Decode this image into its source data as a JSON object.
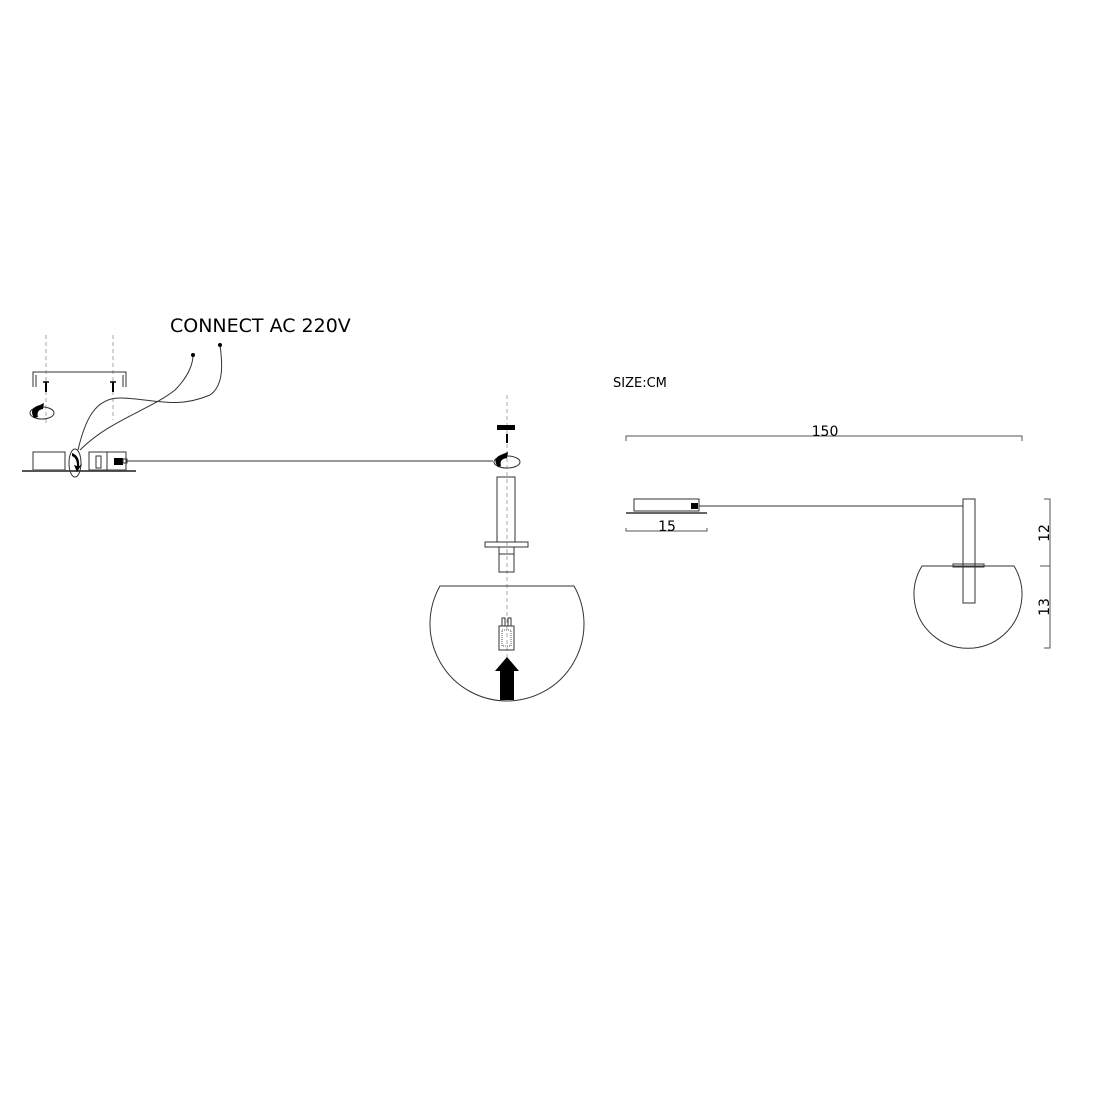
{
  "labels": {
    "connect": "CONNECT AC 220V",
    "size_unit": "SIZE:CM"
  },
  "dimensions": {
    "total_length": "150",
    "canopy_width": "15",
    "stem_height": "12",
    "shade_height": "13"
  },
  "colors": {
    "line": "#333333",
    "fill": "#000000",
    "guide": "#aaaaaa"
  }
}
